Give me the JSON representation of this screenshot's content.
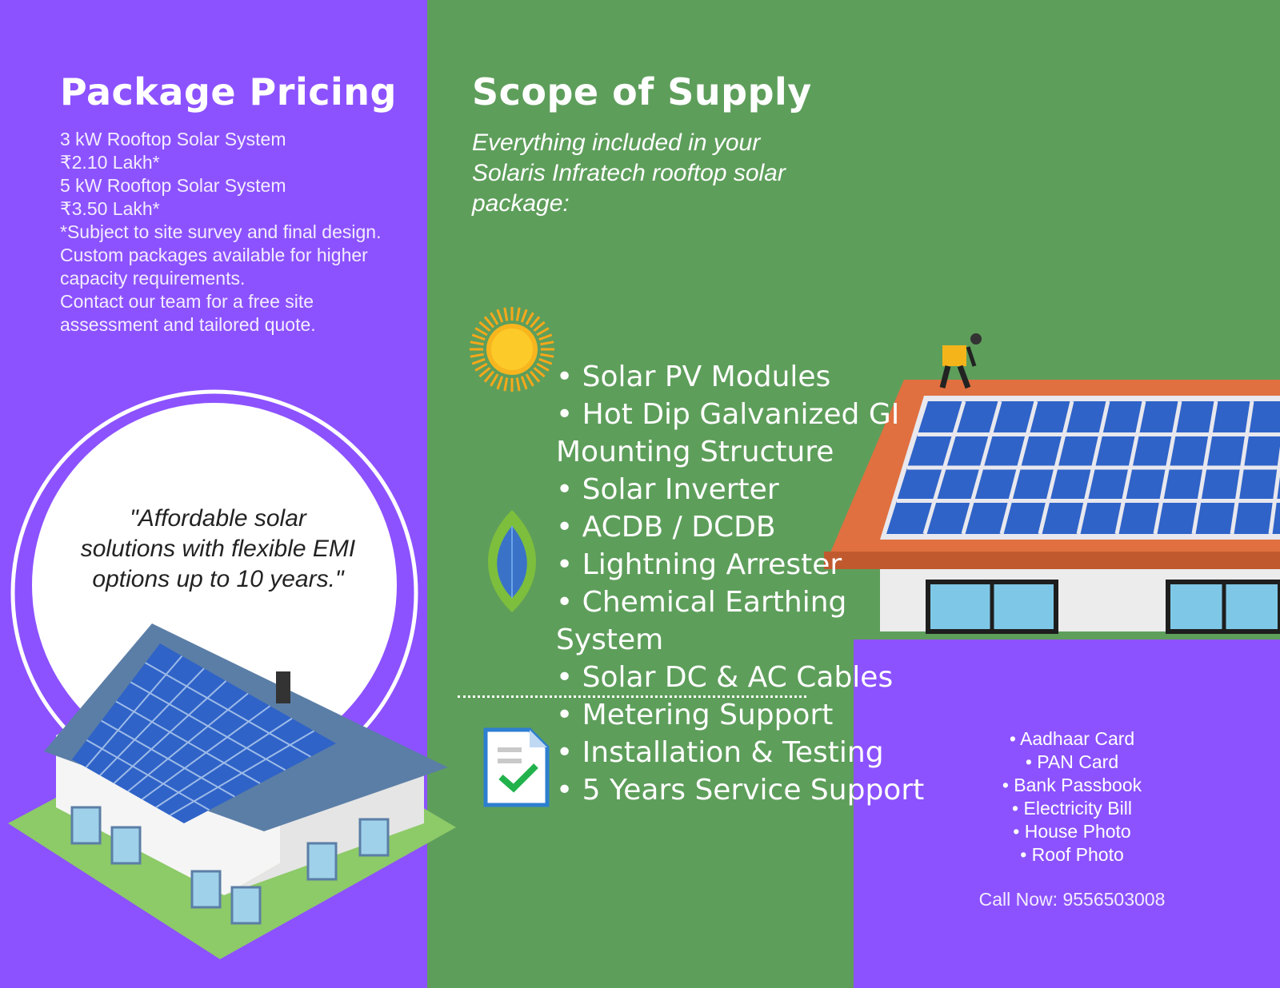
{
  "pricing": {
    "title": "Package Pricing",
    "lines": [
      "3 kW Rooftop Solar System",
      "₹2.10 Lakh*",
      "5 kW Rooftop Solar System",
      "₹3.50 Lakh*",
      "*Subject to site survey and final design.",
      "Custom packages available for higher capacity requirements.",
      "Contact our team for a free site assessment and tailored quote."
    ]
  },
  "quote": "\"Affordable solar solutions with flexible EMI options up to 10 years.\"",
  "scope": {
    "title": "Scope of Supply",
    "subtitle": "Everything included in your Solaris Infratech rooftop solar package:",
    "items": [
      "• Solar PV Modules",
      "• Hot Dip Galvanized GI Mounting Structure",
      "• Solar Inverter",
      "• ACDB / DCDB",
      "• Lightning Arrester",
      "• Chemical Earthing System",
      "• Solar DC & AC Cables",
      "• Metering Support",
      "• Installation & Testing",
      "• 5 Years Service Support"
    ]
  },
  "documents": [
    "• Aadhaar Card",
    "• PAN Card",
    "• Bank Passbook",
    "• Electricity Bill",
    "• House Photo",
    "• Roof Photo"
  ],
  "call_now": "Call Now: 9556503008",
  "colors": {
    "purple": "#8C52FF",
    "green": "#5E9E5B"
  },
  "icons": [
    "sun-icon",
    "leaf-icon",
    "document-check-icon"
  ]
}
